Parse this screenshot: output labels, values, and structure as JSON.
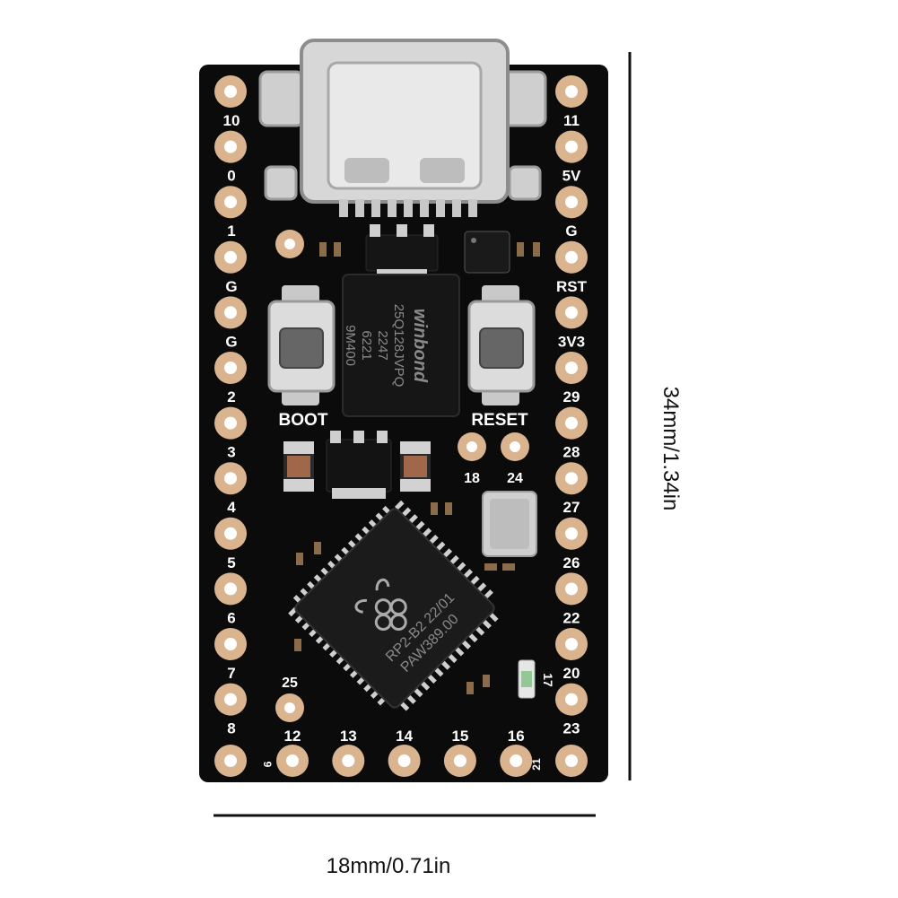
{
  "colors": {
    "background": "#ffffff",
    "board": "#0b0b0b",
    "pad_copper": "#d9b48f",
    "silkscreen": "#ffffff",
    "dimension_line": "#111111"
  },
  "board": {
    "left_pins": [
      "10",
      "0",
      "1",
      "G",
      "G",
      "2",
      "3",
      "4",
      "5",
      "6",
      "7",
      "8"
    ],
    "right_pins": [
      "11",
      "5V",
      "G",
      "RST",
      "3V3",
      "29",
      "28",
      "27",
      "26",
      "22",
      "20",
      "23"
    ],
    "bottom_pins": [
      "12",
      "13",
      "14",
      "15",
      "16"
    ],
    "extra_labels": {
      "pin_25": "25",
      "pin_18": "18",
      "pin_24": "24",
      "pin_17": "17",
      "pin_9": "9",
      "pin_21": "21"
    },
    "buttons": {
      "boot_label": "BOOT",
      "reset_label": "RESET"
    },
    "flash_chip": {
      "brand": "winbond",
      "line1": "25Q128JVPQ",
      "line2": "2247",
      "line3": "6221",
      "line4": "9M400"
    },
    "mcu": {
      "line1": "RP2-B2   22/01",
      "line2": "PAW389.00",
      "logo": "raspberry-logo"
    },
    "connector": "usb-c-port"
  },
  "dimensions": {
    "height_label": "34mm/1.34in",
    "width_label": "18mm/0.71in"
  }
}
